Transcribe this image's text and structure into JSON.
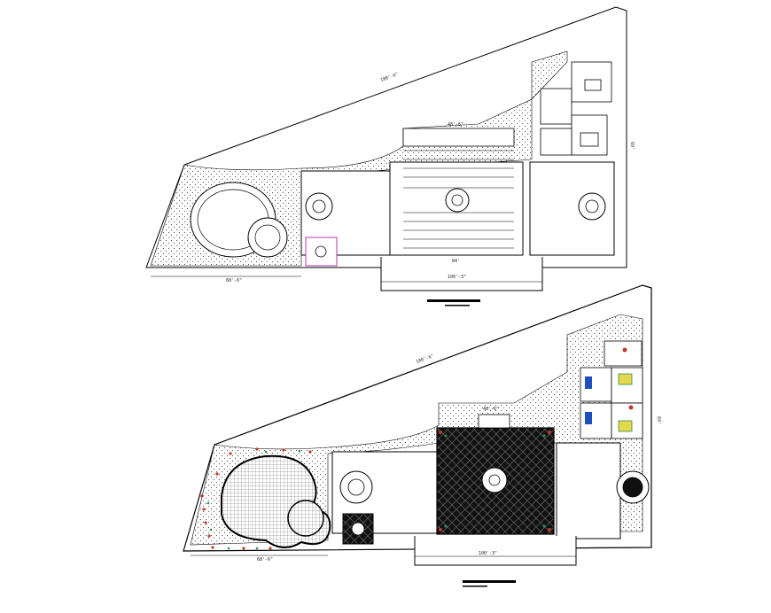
{
  "drawing": {
    "upper_plan": {
      "dims": {
        "diagonal": "180'-6\"",
        "top_pavilion": "48'-6\"",
        "bottom_entrance": "100'-3\"",
        "left_walk": "68'-6\"",
        "right_side": "69'",
        "mid": "84'"
      }
    },
    "lower_plan": {
      "dims": {
        "diagonal": "180'-6\"",
        "top_pavilion": "48'-6\"",
        "bottom_entrance": "100'-3\"",
        "left_walk": "68'-6\"",
        "right_side": "69'"
      }
    },
    "colors": {
      "line": "#000000",
      "accent_red": "#c0392b",
      "accent_green": "#2e8b57",
      "accent_magenta": "#b03aa8",
      "accent_blue": "#1f4fbf",
      "accent_yellow": "#e6d84a"
    }
  }
}
